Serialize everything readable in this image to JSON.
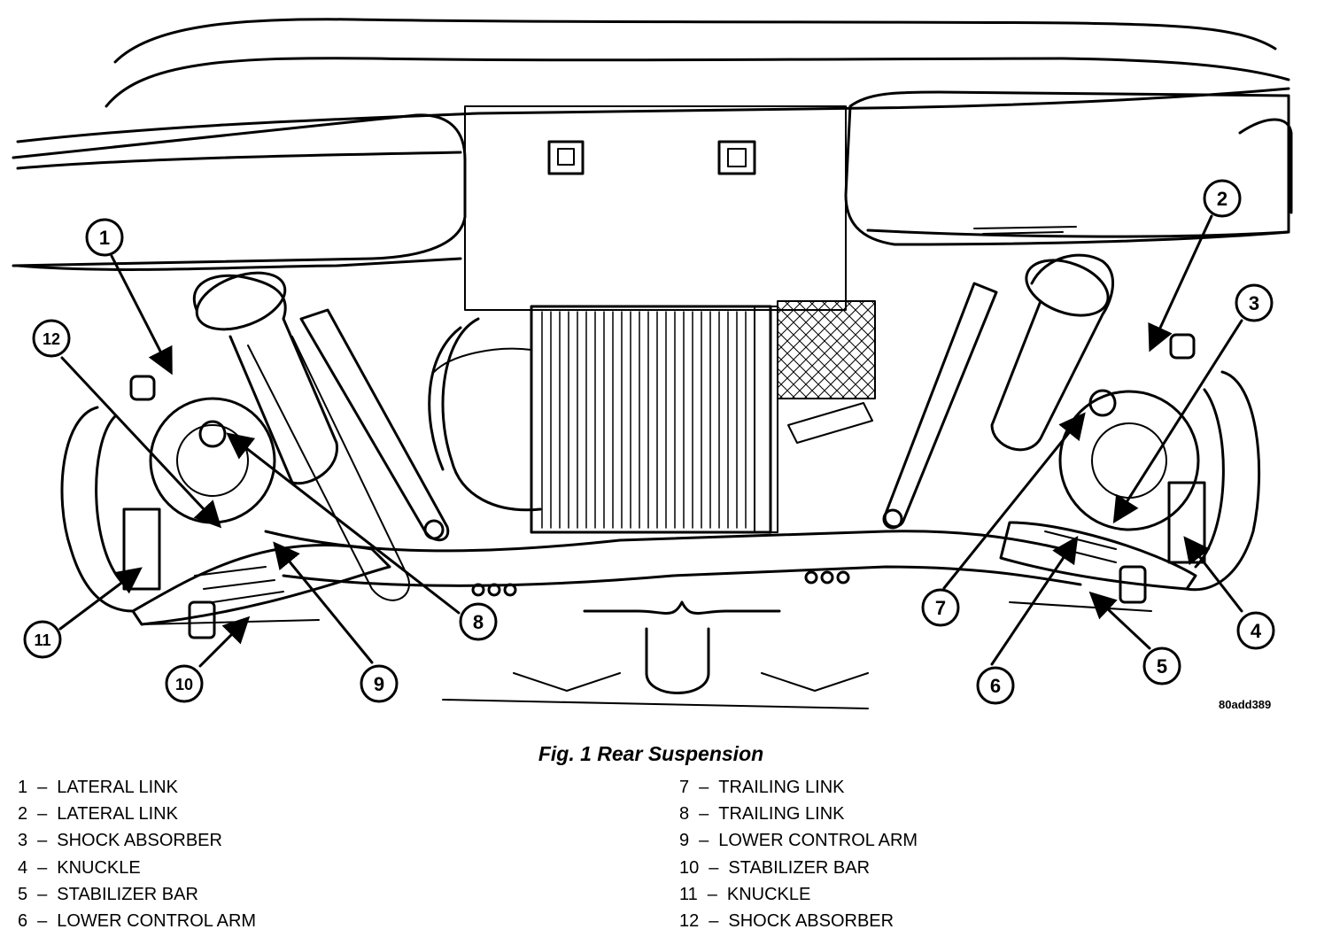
{
  "figure": {
    "code": "80add389",
    "caption": "Fig. 1 Rear Suspension"
  },
  "callouts": [
    {
      "num": "1"
    },
    {
      "num": "2"
    },
    {
      "num": "3"
    },
    {
      "num": "4"
    },
    {
      "num": "5"
    },
    {
      "num": "6"
    },
    {
      "num": "7"
    },
    {
      "num": "8"
    },
    {
      "num": "9"
    },
    {
      "num": "10"
    },
    {
      "num": "11"
    },
    {
      "num": "12"
    }
  ],
  "legend": {
    "left": [
      {
        "num": "1",
        "label": "LATERAL LINK"
      },
      {
        "num": "2",
        "label": "LATERAL LINK"
      },
      {
        "num": "3",
        "label": "SHOCK ABSORBER"
      },
      {
        "num": "4",
        "label": "KNUCKLE"
      },
      {
        "num": "5",
        "label": "STABILIZER BAR"
      },
      {
        "num": "6",
        "label": "LOWER CONTROL ARM"
      }
    ],
    "right": [
      {
        "num": "7",
        "label": "TRAILING LINK"
      },
      {
        "num": "8",
        "label": "TRAILING LINK"
      },
      {
        "num": "9",
        "label": "LOWER CONTROL ARM"
      },
      {
        "num": "10",
        "label": "STABILIZER BAR"
      },
      {
        "num": "11",
        "label": "KNUCKLE"
      },
      {
        "num": "12",
        "label": "SHOCK ABSORBER"
      }
    ]
  }
}
